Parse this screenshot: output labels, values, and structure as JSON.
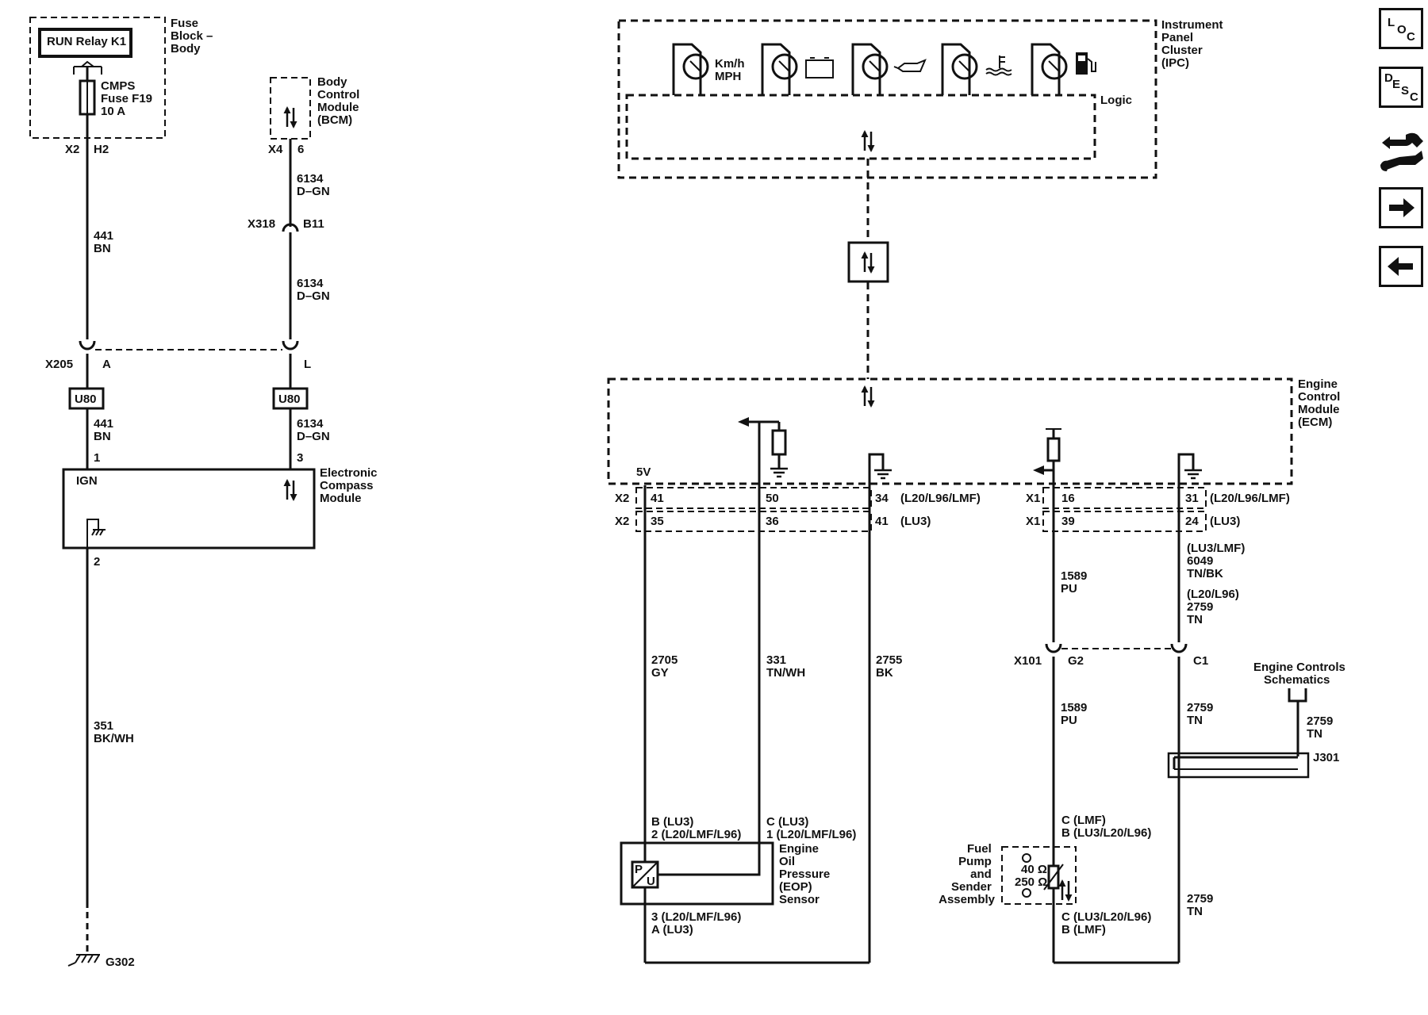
{
  "nav": {
    "loc": {
      "letters": [
        "L",
        "O",
        "C"
      ]
    },
    "desc": {
      "letters": [
        "D",
        "E",
        "S",
        "C"
      ]
    },
    "tools_icon": "repair-tools-icon",
    "next_icon": "arrow-right-icon",
    "prev_icon": "arrow-left-icon"
  },
  "left": {
    "fuse_block": {
      "relay": "RUN Relay K1",
      "title_lines": [
        "Fuse",
        "Block –",
        "Body"
      ],
      "fuse_lines": [
        "CMPS",
        "Fuse F19",
        "10 A"
      ],
      "conn": "X2",
      "pin": "H2"
    },
    "bcm": {
      "title_lines": [
        "Body",
        "Control",
        "Module",
        "(BCM)"
      ],
      "conn": "X4",
      "pin": "6"
    },
    "wire_6134_top": {
      "num": "6134",
      "color": "D–GN"
    },
    "x318": {
      "conn": "X318",
      "pin": "B11"
    },
    "wire_6134_mid": {
      "num": "6134",
      "color": "D–GN"
    },
    "wire_441_top": {
      "num": "441",
      "color": "BN"
    },
    "x205": {
      "conn": "X205",
      "pin_a": "A",
      "pin_l": "L"
    },
    "option_a": "U80",
    "option_b": "U80",
    "wire_441_bot": {
      "num": "441",
      "color": "BN"
    },
    "wire_6134_bot": {
      "num": "6134",
      "color": "D–GN"
    },
    "compass": {
      "pin1": "1",
      "pin3": "3",
      "ign": "IGN",
      "pin2": "2",
      "title_lines": [
        "Electronic",
        "Compass",
        "Module"
      ]
    },
    "wire_351": {
      "num": "351",
      "color": "BK/WH"
    },
    "ground": "G302"
  },
  "ipc": {
    "title_lines": [
      "Instrument",
      "Panel",
      "Cluster",
      "(IPC)"
    ],
    "speed_lines": [
      "Km/h",
      "MPH"
    ],
    "logic": "Logic",
    "gauge_icons": [
      "speedometer-gauge-icon",
      "battery-gauge-icon",
      "oil-pressure-gauge-icon",
      "coolant-temp-gauge-icon",
      "fuel-gauge-icon"
    ]
  },
  "ecm": {
    "title_lines": [
      "Engine",
      "Control",
      "Module",
      "(ECM)"
    ],
    "v5": "5V",
    "row1": {
      "conn": "X2",
      "p1": "41",
      "p2": "50",
      "p3": "34",
      "opt": "(L20/L96/LMF)"
    },
    "row2": {
      "conn": "X2",
      "p1": "35",
      "p2": "36",
      "p3": "41",
      "opt": "(LU3)"
    },
    "row3": {
      "conn": "X1",
      "p1": "16",
      "p2": "31",
      "opt": "(L20/L96/LMF)"
    },
    "row4": {
      "conn": "X1",
      "p1": "39",
      "p2": "24",
      "opt": "(LU3)"
    }
  },
  "right": {
    "w2705": {
      "num": "2705",
      "color": "GY"
    },
    "w331": {
      "num": "331",
      "color": "TN/WH"
    },
    "w2755": {
      "num": "2755",
      "color": "BK"
    },
    "eop": {
      "b_lines": [
        "B (LU3)",
        "2 (L20/LMF/L96)"
      ],
      "c_lines": [
        "C (LU3)",
        "1 (L20/LMF/L96)"
      ],
      "title_lines": [
        "Engine",
        "Oil",
        "Pressure",
        "(EOP)",
        "Sensor"
      ],
      "bottom_lines": [
        "3 (L20/LMF/L96)",
        "A (LU3)"
      ],
      "p_letter": "P",
      "u_letter": "U"
    },
    "w1589_top": {
      "num": "1589",
      "color": "PU"
    },
    "w6049": {
      "opt": "(LU3/LMF)",
      "num": "6049",
      "color": "TN/BK"
    },
    "w2759_top": {
      "opt": "(L20/L96)",
      "num": "2759",
      "color": "TN"
    },
    "x101": {
      "conn": "X101",
      "pin_g2": "G2",
      "pin_c1": "C1"
    },
    "w1589_bot": {
      "num": "1589",
      "color": "PU"
    },
    "w2759_mid": {
      "num": "2759",
      "color": "TN"
    },
    "engine_controls_lines": [
      "Engine Controls",
      "Schematics"
    ],
    "w2759_ec": {
      "num": "2759",
      "color": "TN"
    },
    "j301": "J301",
    "fuel": {
      "c_lines": [
        "C (LMF)",
        "B (LU3/L20/L96)"
      ],
      "title_lines": [
        "Fuel",
        "Pump",
        "and",
        "Sender",
        "Assembly"
      ],
      "r1": "40 Ω",
      "r2": "250 Ω",
      "bottom_lines": [
        "C (LU3/L20/L96)",
        "B (LMF)"
      ]
    },
    "w2759_bot": {
      "num": "2759",
      "color": "TN"
    }
  }
}
